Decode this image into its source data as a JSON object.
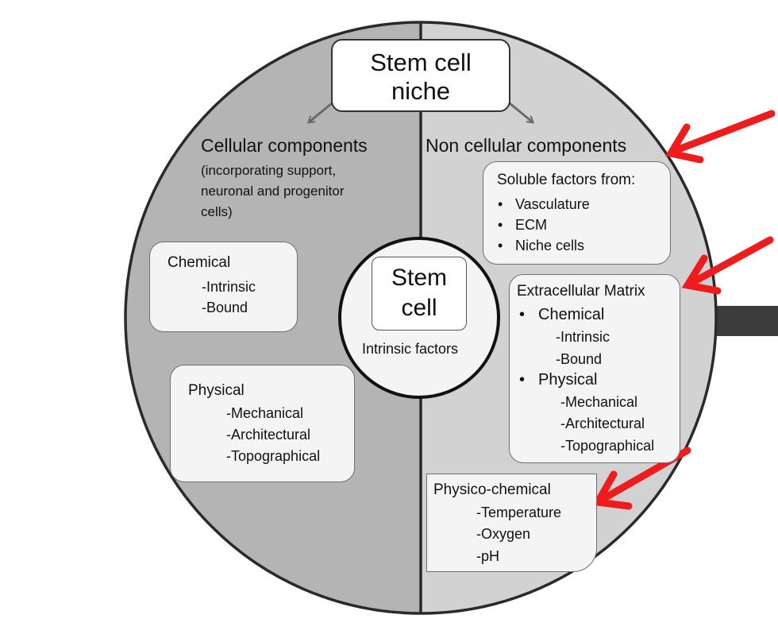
{
  "title": {
    "line1": "Stem cell",
    "line2": "niche"
  },
  "left": {
    "heading": "Cellular components",
    "subtitle": [
      "(incorporating support,",
      "neuronal and progenitor",
      "cells)"
    ],
    "chemical": {
      "title": "Chemical",
      "items": [
        "-Intrinsic",
        "-Bound"
      ]
    },
    "physical": {
      "title": "Physical",
      "items": [
        "-Mechanical",
        "-Architectural",
        "-Topographical"
      ]
    }
  },
  "center": {
    "line1": "Stem",
    "line2": "cell",
    "caption": "Intrinsic factors"
  },
  "right": {
    "heading": "Non cellular components",
    "soluble": {
      "title": "Soluble factors from:",
      "items": [
        "Vasculature",
        "ECM",
        "Niche cells"
      ]
    },
    "ecm": {
      "title": "Extracellular Matrix",
      "chemical": "Chemical",
      "chemical_items": [
        "-Intrinsic",
        "-Bound"
      ],
      "physical": "Physical",
      "physical_items": [
        "-Mechanical",
        "-Architectural",
        "-Topographical"
      ]
    },
    "physico": {
      "title": "Physico-chemical",
      "items": [
        "-Temperature",
        "-Oxygen",
        "-pH"
      ]
    }
  },
  "colors": {
    "left_half": "#b4b4b4",
    "right_half": "#d2d2d2",
    "box_fill": "#f4f4f4",
    "outline": "#2a2a2a",
    "arrow_red": "#ee1c1c",
    "bar": "#3c3c3c"
  }
}
